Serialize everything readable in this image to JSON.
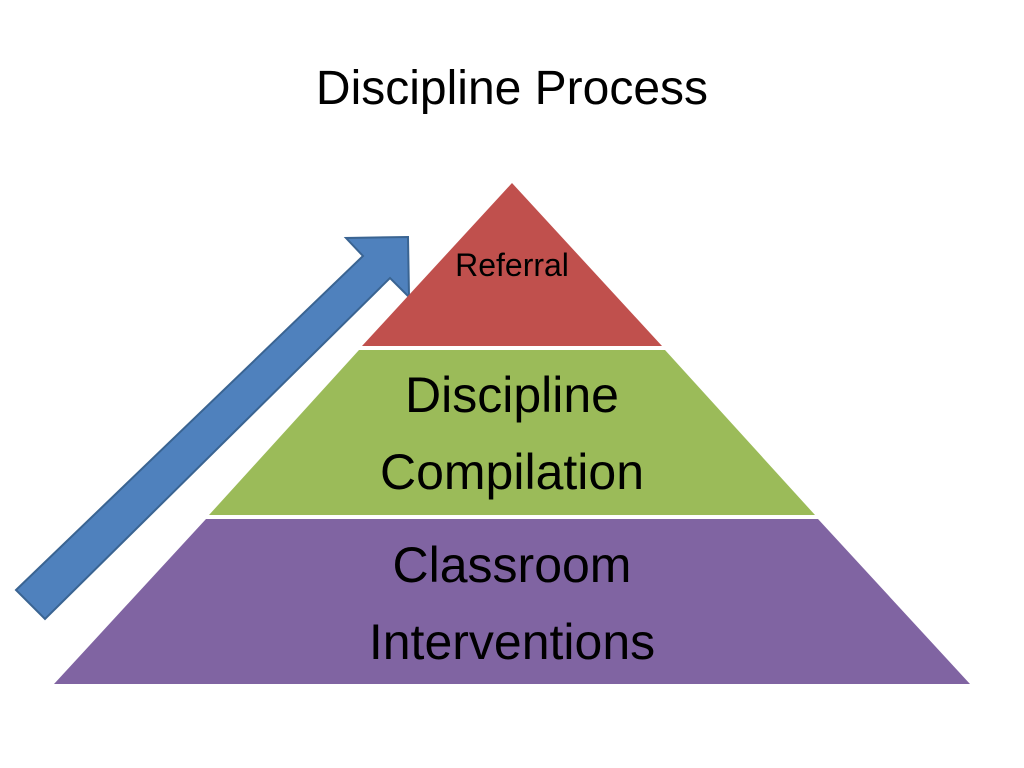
{
  "slide": {
    "title": "Discipline Process"
  },
  "pyramid": {
    "tiers": [
      {
        "lines": [
          "Referral"
        ],
        "color": "#c0504d"
      },
      {
        "lines": [
          "Discipline",
          "Compilation"
        ],
        "color": "#9bbb59"
      },
      {
        "lines": [
          "Classroom",
          "Interventions"
        ],
        "color": "#8064a2"
      }
    ]
  },
  "arrow": {
    "color": "#4f81bd",
    "stroke": "#3a6492",
    "icon": "up-right-arrow-icon"
  }
}
